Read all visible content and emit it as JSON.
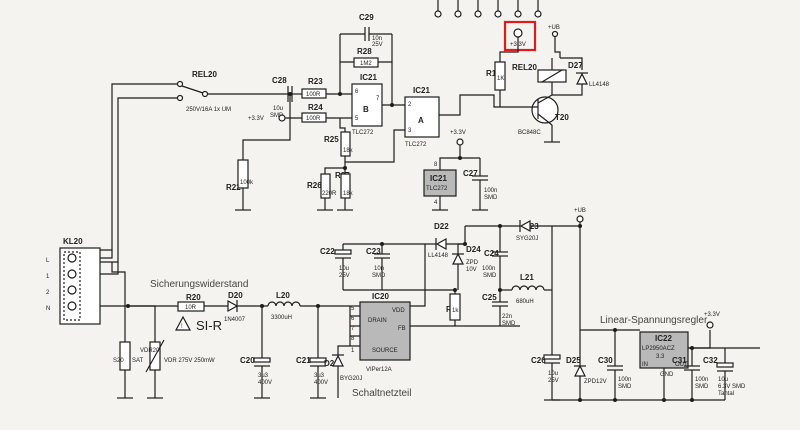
{
  "labels": {
    "rel20": "REL20",
    "rel20_spec": "250V/16A 1x UM",
    "c28": "C28",
    "c28_v1": "10u",
    "c28_v2": "SMD",
    "r23": "R23",
    "r23_v": "100R",
    "r24": "R24",
    "r24_v": "100R",
    "c29": "C29",
    "c29_v1": "10n",
    "c29_v2": "25V",
    "r28": "R28",
    "r28_v": "1M2",
    "ic21a": "IC21",
    "ic21a_unit": "B",
    "ic21a_part": "TLC272",
    "ic21b": "IC21",
    "ic21b_unit": "A",
    "ic21b_part": "TLC272",
    "ic21c": "IC21",
    "ic21c_part": "TLC272",
    "pin1": "1",
    "pin2": "2",
    "pin3": "3",
    "pin5": "5",
    "pin6": "6",
    "pin7": "7",
    "pin8": "8",
    "pin4": "4",
    "v33_a": "+3.3V",
    "v33_b": "+3.3V",
    "v33_c": "+3.3V",
    "v33_d": "+3.3V",
    "ub_a": "+UB",
    "ub_b": "+UB",
    "r22": "R22",
    "r22_v": "100k",
    "r25": "R25",
    "r25_v": "18k",
    "r26": "R26",
    "r26_v": "220R",
    "r27": "R27",
    "r27_v": "18k",
    "r19": "R19",
    "r19_v": "1K",
    "rel20b": "REL20",
    "d27": "D27",
    "d27_v": "LL4148",
    "t20": "T20",
    "t20_v": "BC848C",
    "c27": "C27",
    "c27_v1": "100n",
    "c27_v2": "SMD",
    "kl20": "KL20",
    "kl_l": "L",
    "kl_1": "1",
    "kl_2": "2",
    "kl_n": "N",
    "sicher": "Sicherungswiderstand",
    "r20": "R20",
    "r20_v": "10R",
    "d20": "D20",
    "d20_v": "1N4007",
    "sir": "SI-R",
    "l20": "L20",
    "l20_v": "3300uH",
    "s20": "S20",
    "s20_v": "SAT",
    "vdr20": "VDR20",
    "vdr20_v": "VDR 275V 250mW",
    "c20": "C20",
    "c20_v1": "3u3",
    "c20_v2": "400V",
    "c21": "C21",
    "c21_v1": "3u3",
    "c21_v2": "400V",
    "d21": "D21",
    "d21_v": "BYG20J",
    "c22": "C22",
    "c22_v1": "10u",
    "c22_v2": "25V",
    "c23": "C23",
    "c23_v1": "10n",
    "c23_v2": "SMD",
    "d22": "D22",
    "d22_v": "LL4148",
    "d24": "D24",
    "d24_v1": "ZPD",
    "d24_v2": "10V",
    "c24": "C24",
    "c24_v1": "100n",
    "c24_v2": "SMD",
    "d23": "D23",
    "d23_v": "SYG20J",
    "ic20": "IC20",
    "ic20_part": "VIPer12A",
    "ic20_vdd": "VDD",
    "ic20_drain": "DRAIN",
    "ic20_fb": "FB",
    "ic20_source": "SOURCE",
    "r21": "R21",
    "r21_v": "1k",
    "c25": "C25",
    "c25_v1": "22n",
    "c25_v2": "SMD",
    "l21": "L21",
    "l21_v": "680uH",
    "schalt": "Schaltnetzteil",
    "c26": "C26",
    "c26_v1": "10u",
    "c26_v2": "25V",
    "d25": "D25",
    "d25_v": "ZPD12V",
    "c30": "C30",
    "c30_v1": "100n",
    "c30_v2": "SMD",
    "linreg": "Linear-Spannungsregler",
    "ic22": "IC22",
    "ic22_part": "LP2950ACZ",
    "ic22_v": "3.3",
    "ic22_in": "IN",
    "ic22_out": "OUT",
    "ic22_gnd": "GND",
    "c31": "C31",
    "c31_v1": "100n",
    "c31_v2": "SMD",
    "c32": "C32",
    "c32_v1": "10u",
    "c32_v2": "6.3V SMD",
    "c32_v3": "Tantal"
  }
}
